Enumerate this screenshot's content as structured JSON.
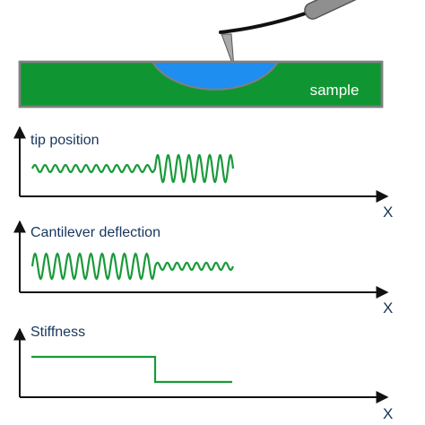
{
  "sample": {
    "label": "sample",
    "color": "#0f9632",
    "inclusion_color": "#1e8ef0",
    "border_color": "#7f7f7f"
  },
  "panels": [
    {
      "id": "tip-position",
      "label": "tip position",
      "axis_label": "X",
      "signal": "oscillation: small amplitude, then large amplitude"
    },
    {
      "id": "cantilever-deflection",
      "label": "Cantilever deflection",
      "axis_label": "X",
      "signal": "oscillation: large amplitude, then small amplitude"
    },
    {
      "id": "stiffness",
      "label": "Stiffness",
      "axis_label": "X",
      "signal": "step: high, then low"
    }
  ],
  "colors": {
    "signal": "#1a9a3a",
    "axis": "#111111",
    "text": "#17365d"
  }
}
